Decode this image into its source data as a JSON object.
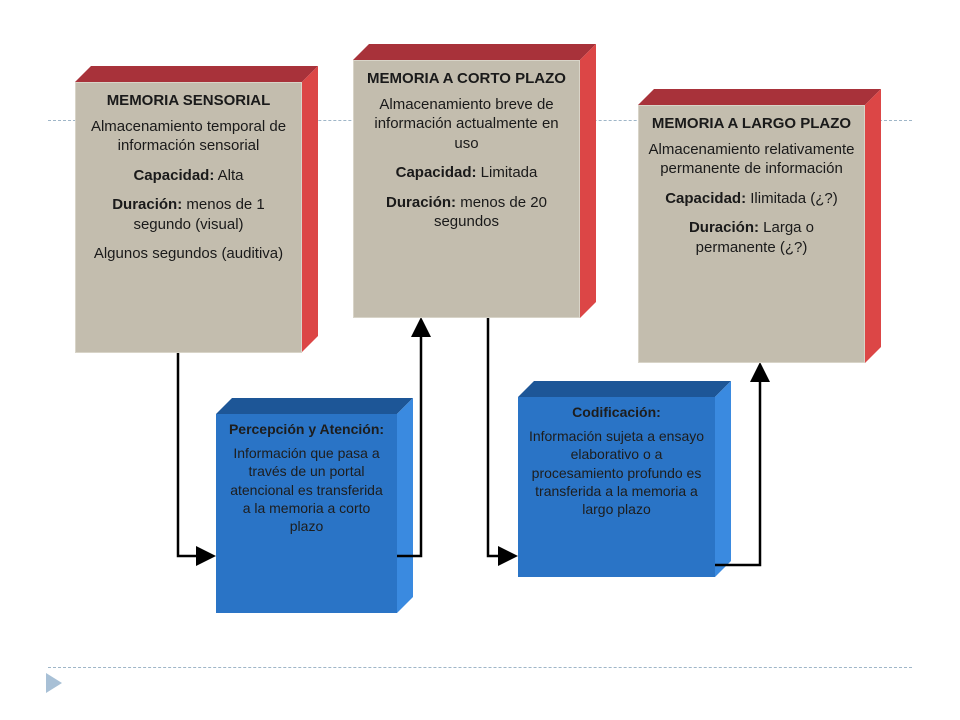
{
  "boxes": {
    "sensorial": {
      "title": "MEMORIA SENSORIAL",
      "desc": "Almacenamiento temporal de información sensorial",
      "capacity_label": "Capacidad:",
      "capacity_value": " Alta",
      "duration_label": "Duración:",
      "duration_value": " menos de 1 segundo (visual)",
      "extra": "Algunos segundos (auditiva)"
    },
    "corto": {
      "title": "MEMORIA A CORTO PLAZO",
      "desc": "Almacenamiento breve de información actualmente en uso",
      "capacity_label": "Capacidad:",
      "capacity_value": " Limitada",
      "duration_label": "Duración:",
      "duration_value": " menos de 20 segundos"
    },
    "largo": {
      "title": "MEMORIA A LARGO PLAZO",
      "desc": "Almacenamiento relativamente permanente de información",
      "capacity_label": "Capacidad:",
      "capacity_value": " Ilimitada (¿?)",
      "duration_label": "Duración:",
      "duration_value": " Larga o permanente (¿?)"
    },
    "percepcion": {
      "title": "Percepción y Atención:",
      "desc": "Información que pasa a través de un portal atencional es transferida a la memoria a corto plazo"
    },
    "codificacion": {
      "title": "Codificación:",
      "desc": "Información sujeta a ensayo elaborativo o a procesamiento profundo es transferida a la memoria a largo plazo"
    }
  },
  "colors": {
    "memory_front": "#c3bdae",
    "memory_top": "#a8323a",
    "memory_side": "#dc4646",
    "process_front": "#2a74c6",
    "process_top": "#1d5697",
    "process_side": "#3a8ae0",
    "arrow": "#000000",
    "guide": "#9fb6c8"
  }
}
